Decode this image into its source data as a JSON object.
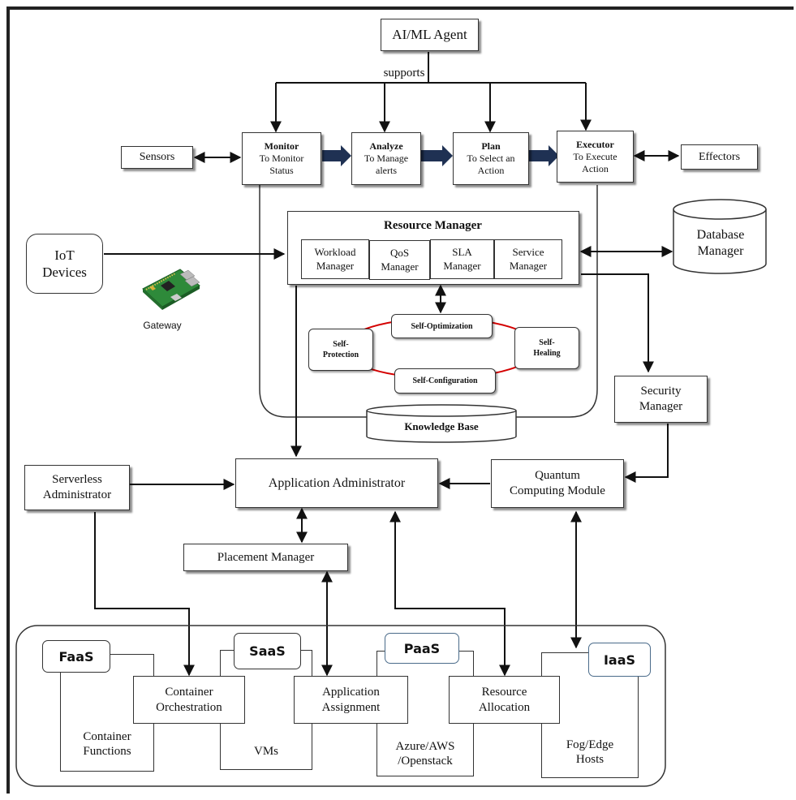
{
  "ai_agent": "AI/ML Agent",
  "supports": "supports",
  "sensors": "Sensors",
  "effectors": "Effectors",
  "mape": {
    "monitor": {
      "title": "Monitor",
      "sub1": "To Monitor",
      "sub2": "Status"
    },
    "analyze": {
      "title": "Analyze",
      "sub1": "To Manage",
      "sub2": "alerts"
    },
    "plan": {
      "title": "Plan",
      "sub1": "To Select an",
      "sub2": "Action"
    },
    "executor": {
      "title": "Executor",
      "sub1": "To Execute",
      "sub2": "Action"
    }
  },
  "iot": {
    "line1": "IoT",
    "line2": "Devices"
  },
  "gateway": "Gateway",
  "resource_manager": {
    "title": "Resource Manager",
    "workload": [
      "Workload",
      "Manager"
    ],
    "qos": [
      "QoS",
      "Manager"
    ],
    "sla": [
      "SLA",
      "Manager"
    ],
    "service": [
      "Service",
      "Manager"
    ]
  },
  "database": {
    "line1": "Database",
    "line2": "Manager"
  },
  "self": {
    "optimization": "Self-Optimization",
    "protection": [
      "Self-",
      "Protection"
    ],
    "healing": [
      "Self-",
      "Healing"
    ],
    "configuration": "Self-Configuration"
  },
  "knowledge_base": "Knowledge Base",
  "security": {
    "line1": "Security",
    "line2": "Manager"
  },
  "serverless": {
    "line1": "Serverless",
    "line2": "Administrator"
  },
  "app_admin": "Application Administrator",
  "quantum": {
    "line1": "Quantum",
    "line2": "Computing Module"
  },
  "placement": "Placement Manager",
  "layers": {
    "faas": "FaaS",
    "saas": "SaaS",
    "paas": "PaaS",
    "iaas": "IaaS"
  },
  "bottom": {
    "container_orch": [
      "Container",
      "Orchestration"
    ],
    "app_assign": [
      "Application",
      "Assignment"
    ],
    "resource_alloc": [
      "Resource",
      "Allocation"
    ],
    "container_functions": [
      "Container",
      "Functions"
    ],
    "vms": "VMs",
    "azure": [
      "Azure/AWS",
      "/Openstack"
    ],
    "fog": [
      "Fog/Edge",
      "Hosts"
    ]
  },
  "colors": {
    "mape_arrow": "#1f3153",
    "self_ring": "#d40000",
    "paas_border": "#4a6b8a"
  }
}
